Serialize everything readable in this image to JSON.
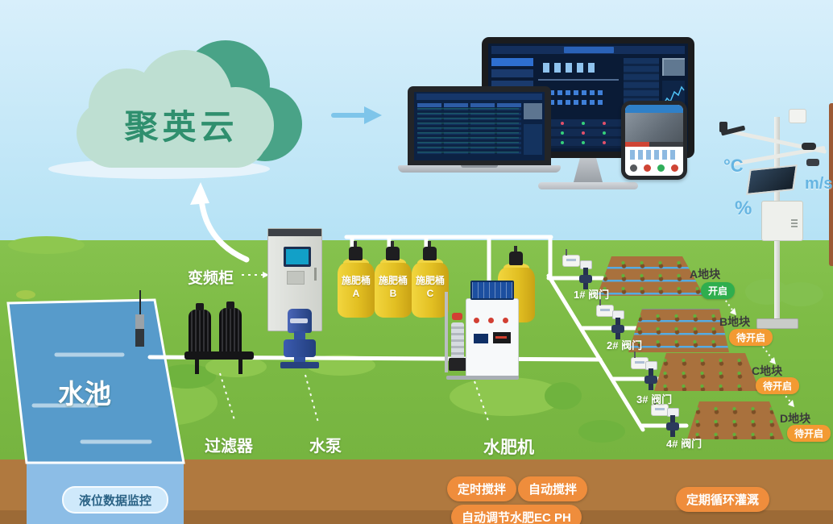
{
  "cloud": {
    "label": "聚英云"
  },
  "weather": {
    "temp_unit": "°C",
    "wind_unit": "m/s",
    "humidity_unit": "%"
  },
  "pool": {
    "label": "水池",
    "monitor_badge": "液位数据监控"
  },
  "equipment": {
    "cabinet_label": "变频柜",
    "filter_label": "过滤器",
    "pump_label": "水泵",
    "machine_label": "水肥机",
    "barrels": [
      {
        "line1": "施肥桶",
        "line2": "A"
      },
      {
        "line1": "施肥桶",
        "line2": "B"
      },
      {
        "line1": "施肥桶",
        "line2": "C"
      }
    ]
  },
  "valves": [
    {
      "label": "1# 阀门"
    },
    {
      "label": "2# 阀门"
    },
    {
      "label": "3# 阀门"
    },
    {
      "label": "4# 阀门"
    }
  ],
  "plots": [
    {
      "label": "A地块",
      "status": "开启",
      "status_type": "on"
    },
    {
      "label": "B地块",
      "status": "待开启",
      "status_type": "pending"
    },
    {
      "label": "C地块",
      "status": "待开启",
      "status_type": "pending"
    },
    {
      "label": "D地块",
      "status": "待开启",
      "status_type": "pending"
    }
  ],
  "features": {
    "stir_timed": "定时搅拌",
    "stir_auto": "自动搅拌",
    "ec_ph": "自动调节水肥EC PH",
    "cycle": "定期循环灌溉"
  },
  "colors": {
    "skyTop": "#d8effb",
    "skyBottom": "#b5e2f5",
    "grass": "#7dbb45",
    "soil": "#b0793f",
    "soilDark": "#9c6a36",
    "cloudFront": "#bedfd2",
    "cloudBack": "#49a387",
    "cloudText": "#2f8f6e",
    "water": "#579bcb",
    "waterUnder": "#8cbde6",
    "barrel": "#e5c226",
    "plotSoil": "#a9713d",
    "badgeOn": "#2fae4e",
    "badgePending": "#f39a32",
    "pillOrange": "#ef8d3c",
    "arrowBlue": "#7ec5ea",
    "weatherLabel": "#66b5e2",
    "poolBadgeBg": "#cfe9fb",
    "poolBadgeText": "#2a6285",
    "screenNavy": "#0a1b36",
    "pipe": "#ffffff"
  }
}
